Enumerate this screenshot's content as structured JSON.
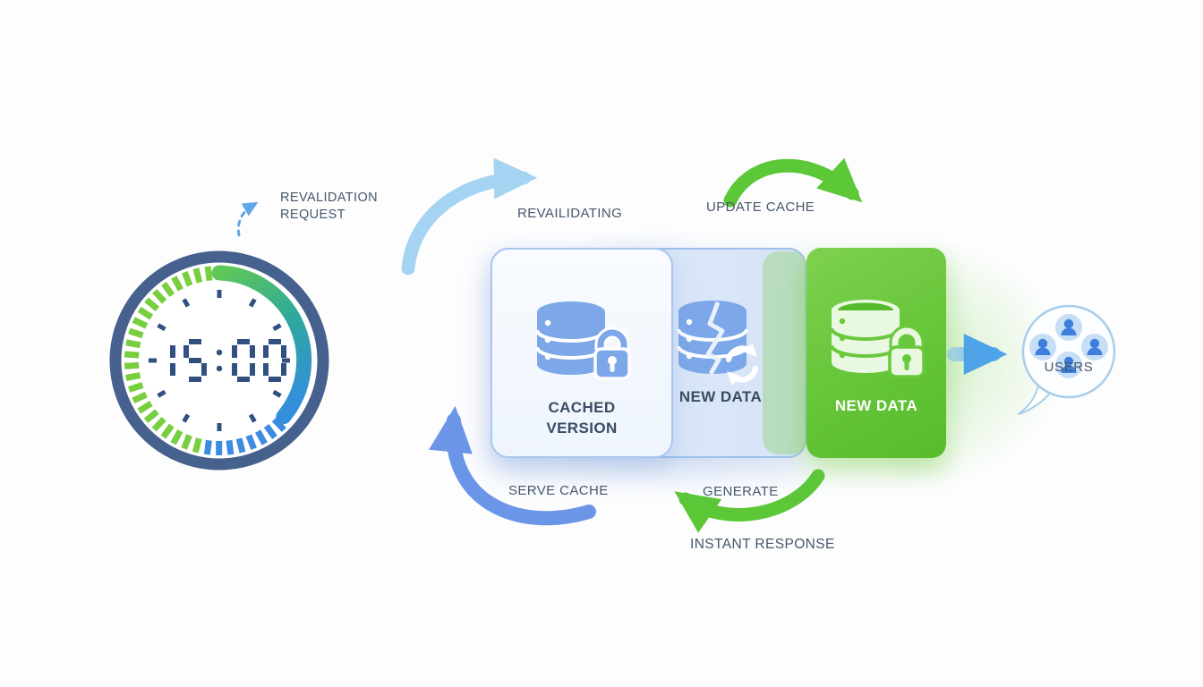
{
  "timer": {
    "time": "15:00"
  },
  "annotations": {
    "revalidation_request": "REVALIDATION\nREQUEST",
    "revalidating": "REVAILIDATING",
    "update_cache": "UPDATE CACHE",
    "serve_cache": "SERVE CACHE",
    "generate": "GENERATE",
    "instant_response": "INSTANT RESPONSE"
  },
  "panels": [
    {
      "label": "CACHED VERSION",
      "icon": "database-lock-icon",
      "variant": "light"
    },
    {
      "label": "NEW DATA",
      "icon": "database-sync-icon",
      "variant": "blue"
    },
    {
      "label": "NEW DATA",
      "icon": "database-lock-icon",
      "variant": "green"
    }
  ],
  "users": {
    "label": "USERS",
    "icon": "users-group-icon"
  },
  "colors": {
    "navy_ring": "#46618D",
    "tick_green": "#77CE3F",
    "tick_blue": "#3E8BE2",
    "digit_navy": "#31507F",
    "arrow_sky_blue": "#A5D3F2",
    "arrow_green": "#5CC838",
    "arrow_blue": "#6B96E8",
    "arrow_bright_blue": "#4FA3E8",
    "panel_green": "#69C83B",
    "icon_blue": "#7CA7E8",
    "label_text": "#46576B"
  }
}
